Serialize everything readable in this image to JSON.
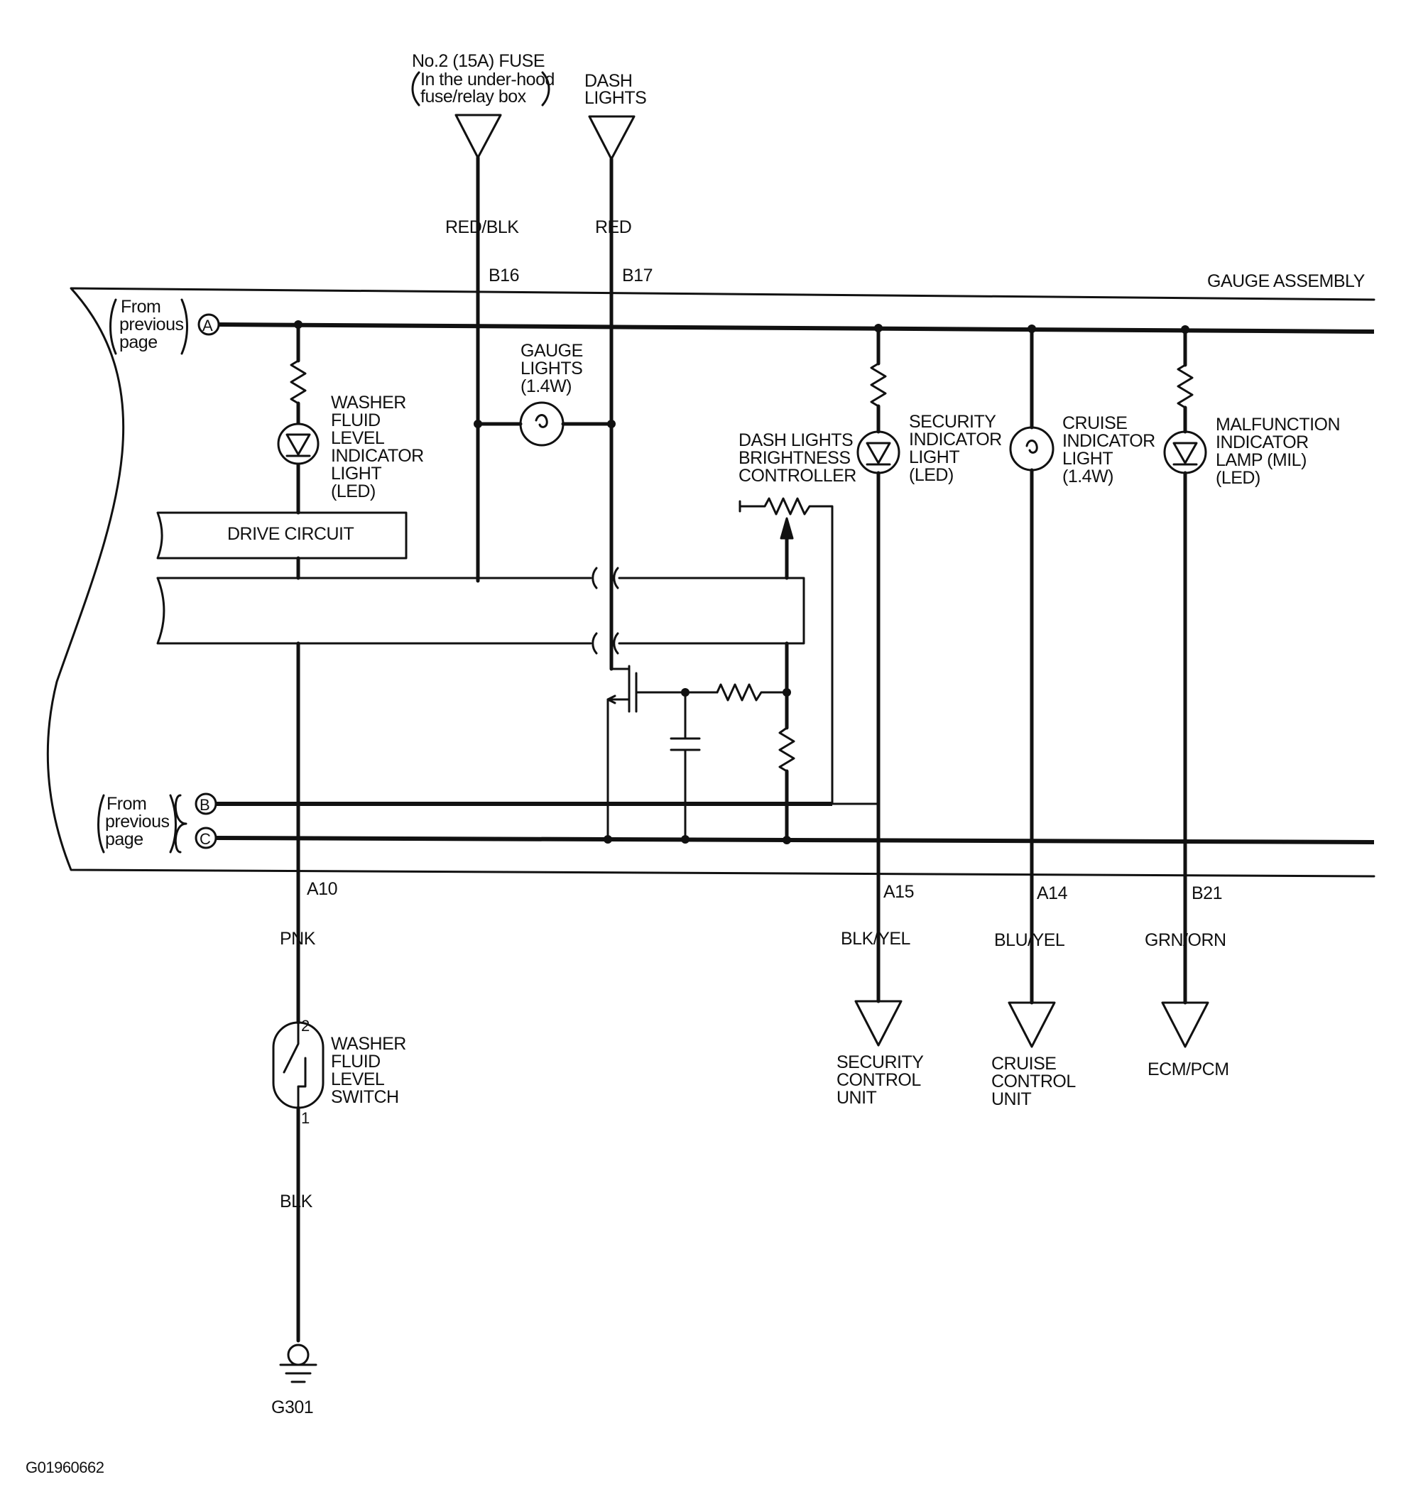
{
  "sources": {
    "fuse": {
      "line1": "No.2 (15A) FUSE",
      "line2": "In the under-hood",
      "line3": "fuse/relay box"
    },
    "dash_lights": {
      "line1": "DASH",
      "line2": "LIGHTS"
    }
  },
  "wires": {
    "fuse_wire": "RED/BLK",
    "dash_wire": "RED",
    "switch_top": "PNK",
    "switch_bottom": "BLK",
    "security": "BLK/YEL",
    "cruise": "BLU/YEL",
    "ecm": "GRN/ORN"
  },
  "connectors": {
    "b16": "B16",
    "b17": "B17",
    "a10": "A10",
    "a15": "A15",
    "a14": "A14",
    "b21": "B21",
    "a": "A",
    "b": "B",
    "c": "C",
    "pin2": "2",
    "pin1": "1"
  },
  "assembly": {
    "label": "GAUGE ASSEMBLY"
  },
  "from_prev_top": {
    "l1": "From",
    "l2": "previous",
    "l3": "page"
  },
  "from_prev_bottom": {
    "l1": "From",
    "l2": "previous",
    "l3": "page"
  },
  "components": {
    "washer_led": [
      "WASHER",
      "FLUID",
      "LEVEL",
      "INDICATOR",
      "LIGHT",
      "(LED)"
    ],
    "gauge_lights": [
      "GAUGE",
      "LIGHTS",
      "(1.4W)"
    ],
    "dash_controller": [
      "DASH LIGHTS",
      "BRIGHTNESS",
      "CONTROLLER"
    ],
    "security_led": [
      "SECURITY",
      "INDICATOR",
      "LIGHT",
      "(LED)"
    ],
    "cruise_light": [
      "CRUISE",
      "INDICATOR",
      "LIGHT",
      "(1.4W)"
    ],
    "mil": [
      "MALFUNCTION",
      "INDICATOR",
      "LAMP (MIL)",
      "(LED)"
    ],
    "drive_circuit": "DRIVE CIRCUIT",
    "washer_switch": [
      "WASHER",
      "FLUID",
      "LEVEL",
      "SWITCH"
    ]
  },
  "destinations": {
    "security": [
      "SECURITY",
      "CONTROL",
      "UNIT"
    ],
    "cruise": [
      "CRUISE",
      "CONTROL",
      "UNIT"
    ],
    "ecm": "ECM/PCM"
  },
  "ground": {
    "label": "G301"
  },
  "figure_id": "G01960662"
}
